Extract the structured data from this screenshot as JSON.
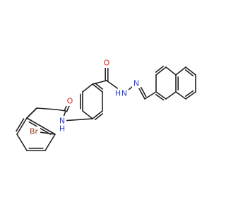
{
  "molecule": {
    "colors": {
      "bond": "#222222",
      "O": "#e8241d",
      "N": "#2b3fd6",
      "Br": "#9a3a12",
      "H": "#2b3fd6"
    },
    "labels": {
      "o_amide_left": "O",
      "n_amide_left": "N",
      "h_amide_left": "H",
      "br": "Br",
      "o_hydrazide": "O",
      "n_hydrazide": "N",
      "h_hydrazide": "H",
      "n_imine": "N"
    }
  }
}
